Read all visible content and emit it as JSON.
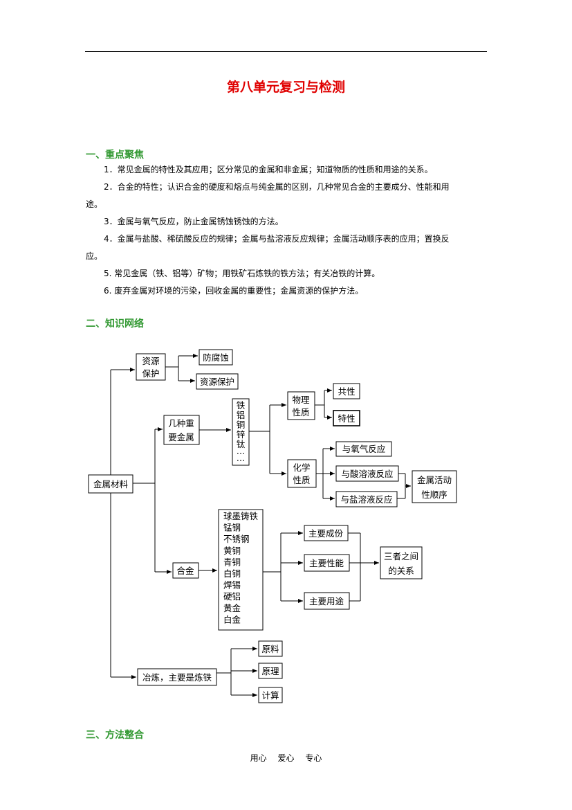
{
  "title": "第八单元复习与检测",
  "section1": {
    "heading": "一、重点聚焦",
    "items": [
      "1．常见金属的特性及其应用；区分常见的金属和非金属；知道物质的性质和用途的关系。",
      "2．合金的特性；认识合金的硬度和熔点与纯金属的区别，几种常见合金的主要成分、性能和用",
      "途。",
      "3．金属与氧气反应，防止金属锈蚀锈蚀的方法。",
      "4．金属与盐酸、稀硫酸反应的规律；金属与盐溶液反应规律；金属活动顺序表的应用；置换反",
      "应。",
      "5. 常见金属（铁、铝等）矿物；用铁矿石炼铁的铁方法；有关冶铁的计算。",
      "6. 废弃金属对环境的污染，回收金属的重要性；金属资源的保护方法。"
    ]
  },
  "section2": {
    "heading": "二、知识网络"
  },
  "section3": {
    "heading": "三、方法整合"
  },
  "diagram": {
    "root": "金属材料",
    "resource": [
      "资源",
      "保护"
    ],
    "anticorrosion": "防腐蚀",
    "resource_protection": "资源保护",
    "important_metals": [
      "几种重",
      "要金属"
    ],
    "metals_list": [
      "铁",
      "铝",
      "铜",
      "锌",
      "钛",
      "…",
      "…"
    ],
    "physical": [
      "物理",
      "性质"
    ],
    "commonality": "共性",
    "specificity": "特性",
    "chemical": [
      "化学",
      "性质"
    ],
    "with_oxygen": "与氧气反应",
    "with_acid": "与酸溶液反应",
    "with_salt": "与盐溶液反应",
    "activity": [
      "金属活动",
      "性顺序"
    ],
    "alloy": "合金",
    "alloy_list": [
      "球墨铸铁",
      "锰钢",
      "不锈钢",
      "黄铜",
      "青铜",
      "白铜",
      "焊锡",
      "硬铝",
      "黄金",
      "白金"
    ],
    "main_composition": "主要成份",
    "main_properties": "主要性能",
    "main_uses": "主要用途",
    "relation": [
      "三者之间",
      "的关系"
    ],
    "smelting": "冶炼，主要是炼铁",
    "raw_materials": "原料",
    "principle": "原理",
    "calculation": "计算"
  },
  "footer": [
    "用心",
    "爱心",
    "专心"
  ]
}
